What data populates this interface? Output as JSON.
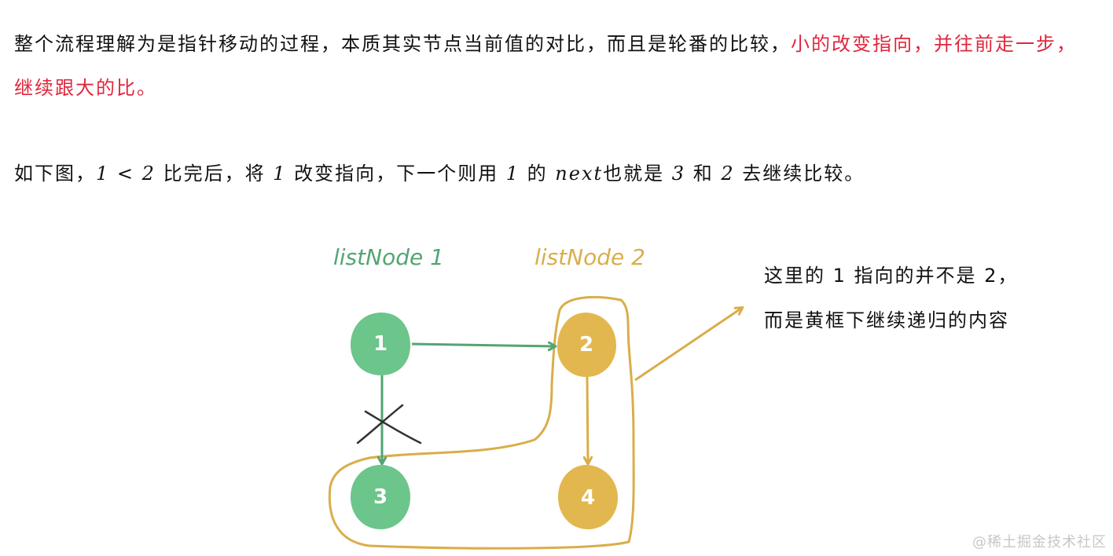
{
  "paragraph1": {
    "normal": "整个流程理解为是指针移动的过程，本质其实节点当前值的对比，而且是轮番的比较，",
    "highlight": "小的改变指向，并往前走一步，继续跟大的比。"
  },
  "paragraph2": {
    "part1": "如下图，",
    "n1": "1",
    "part2": " < ",
    "n2": "2",
    "part3": " 比完后，将 ",
    "n3": "1",
    "part4": " 改变指向，下一个则用 ",
    "n4": "1",
    "part5": " 的 ",
    "next": "next",
    "part6": "也就是 ",
    "n5": "3",
    "part7": " 和 ",
    "n6": "2",
    "part8": " 去继续比较。"
  },
  "diagram": {
    "label_list1": "listNode 1",
    "label_list2": "listNode 2",
    "nodes": {
      "n1": "1",
      "n2": "2",
      "n3": "3",
      "n4": "4"
    },
    "colors": {
      "green": "#6cc58a",
      "green_stroke": "#52a572",
      "yellow": "#e3b74f",
      "yellow_stroke": "#d9ae4a",
      "cross": "#333333"
    },
    "note_line1": "这里的 1 指向的并不是 2，",
    "note_line2": "而是黄框下继续递归的内容"
  },
  "watermark": "@稀土掘金技术社区"
}
